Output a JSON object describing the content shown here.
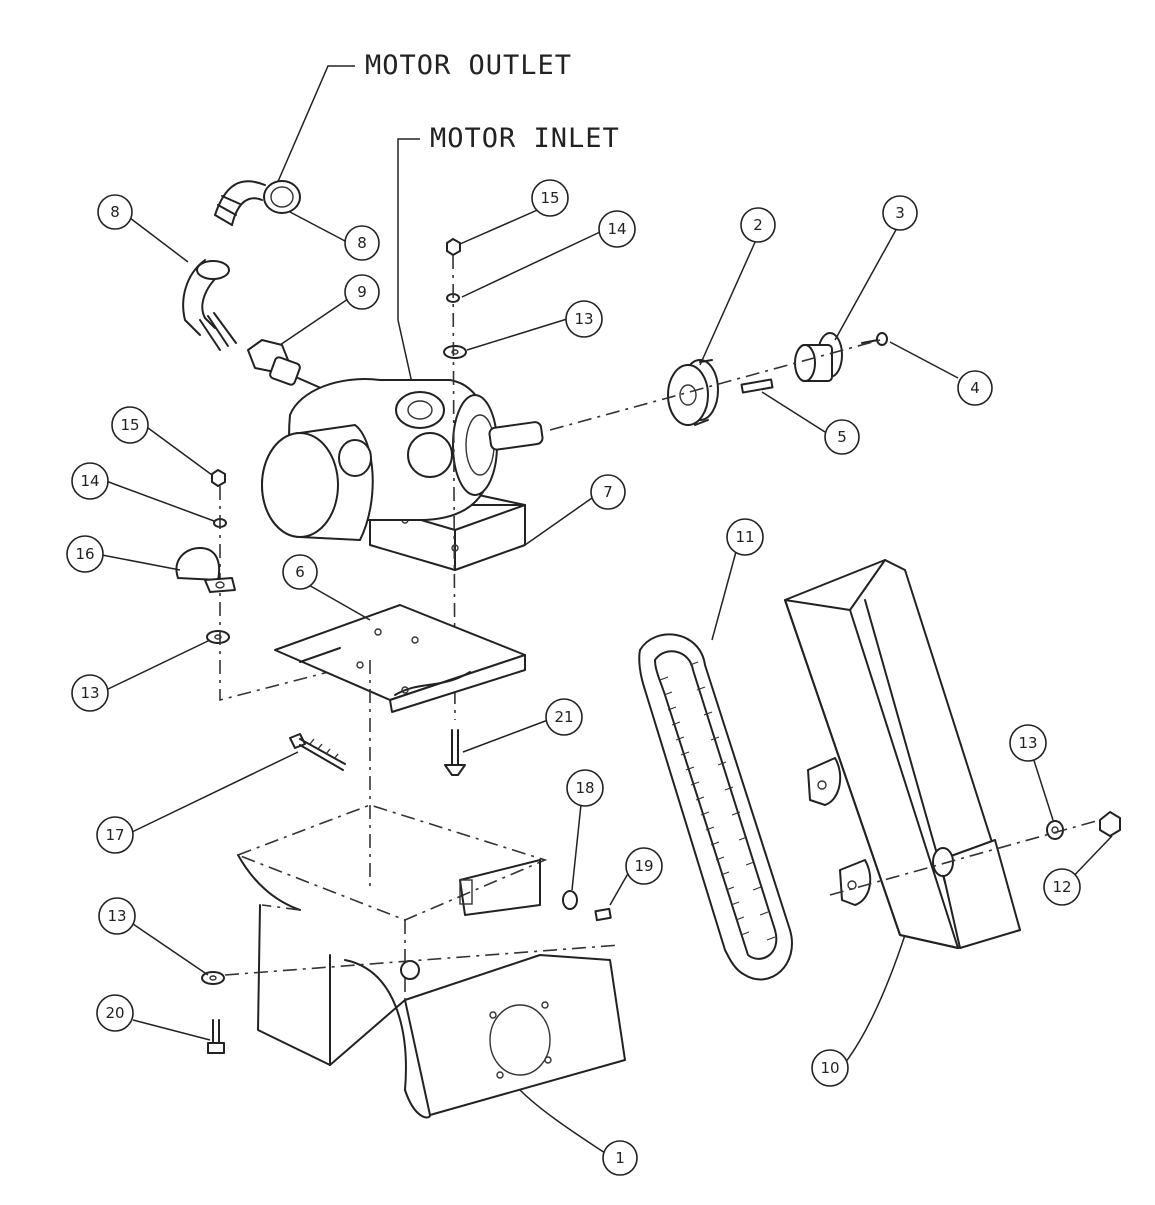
{
  "labels": {
    "motor_outlet": "MOTOR OUTLET",
    "motor_inlet": "MOTOR INLET"
  },
  "callouts": {
    "c1": "1",
    "c2": "2",
    "c3": "3",
    "c4": "4",
    "c5": "5",
    "c6": "6",
    "c7": "7",
    "c8a": "8",
    "c8b": "8",
    "c9": "9",
    "c10": "10",
    "c11": "11",
    "c12": "12",
    "c13a": "13",
    "c13b": "13",
    "c13c": "13",
    "c13d": "13",
    "c14a": "14",
    "c14b": "14",
    "c15a": "15",
    "c15b": "15",
    "c16": "16",
    "c17": "17",
    "c18": "18",
    "c19": "19",
    "c20": "20",
    "c21": "21"
  }
}
